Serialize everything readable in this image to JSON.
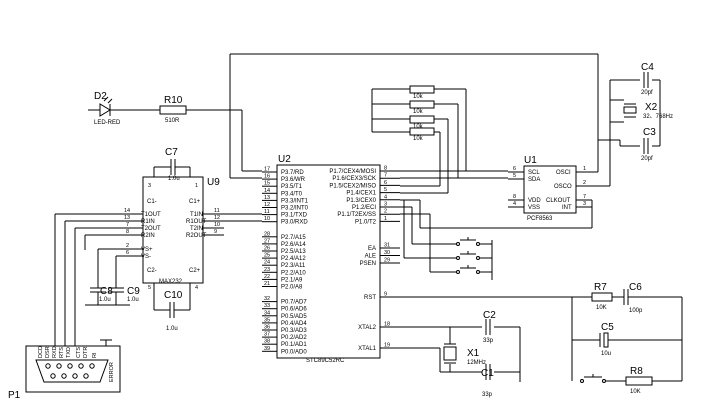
{
  "refs": {
    "d2": "D2",
    "r10": "R10",
    "c7": "C7",
    "u9": "U9",
    "u2": "U2",
    "u1": "U1",
    "c4": "C4",
    "x2": "X2",
    "c3": "C3",
    "c8": "C8",
    "c9": "C9",
    "c10": "C10",
    "r7": "R7",
    "c6": "C6",
    "c5": "C5",
    "r8": "R8",
    "c2": "C2",
    "x1": "X1",
    "c1": "C1",
    "p1": "P1"
  },
  "values": {
    "d2": "LED-RED",
    "r10": "510R",
    "c7": "1.0u",
    "c8": "1.0u",
    "c9": "1.0u",
    "c10": "1.0u",
    "u9": "MAX232",
    "u2": "STC89C52RC",
    "u1": "PCF8563",
    "c4": "20pf",
    "x2": "32、768Hz",
    "c3": "20pf",
    "pullup": "10k",
    "r7": "10K",
    "c6": "100p",
    "c5": "10u",
    "r8": "10K",
    "c2": "33p",
    "x1": "12MHz",
    "c1": "33p"
  },
  "u9_pins": {
    "c1m": "C1-",
    "c1p": "C1+",
    "t1out": "T1OUT",
    "r1in": "R1IN",
    "t2out": "T2OUT",
    "r2in": "R2IN",
    "vsp": "VS+",
    "vsm": "VS-",
    "c2m": "C2-",
    "c2p": "C2+",
    "t1in": "T1IN",
    "r1out": "R1OUT",
    "t2in": "T2IN",
    "r2out": "R2OUT",
    "n3": "3",
    "n1": "1",
    "n14": "14",
    "n13": "13",
    "n7": "7",
    "n8": "8",
    "n2": "2",
    "n6": "6",
    "n5": "5",
    "n4": "4",
    "n11": "11",
    "n12": "12",
    "n10": "10",
    "n9": "9"
  },
  "u2_left": [
    {
      "name": "P3.7/RD",
      "num": "17"
    },
    {
      "name": "P3.6/WR",
      "num": "16"
    },
    {
      "name": "P3.5/T1",
      "num": "15"
    },
    {
      "name": "P3.4/T0",
      "num": "14"
    },
    {
      "name": "P3.3/INT1",
      "num": "13"
    },
    {
      "name": "P3.2/INT0",
      "num": "12"
    },
    {
      "name": "P3.1/TXD",
      "num": "11"
    },
    {
      "name": "P3.0/RXD",
      "num": "10"
    },
    {
      "name": "P2.7/A15",
      "num": "28"
    },
    {
      "name": "P2.6/A14",
      "num": "27"
    },
    {
      "name": "P2.5/A13",
      "num": "26"
    },
    {
      "name": "P2.4/A12",
      "num": "25"
    },
    {
      "name": "P2.3/A11",
      "num": "24"
    },
    {
      "name": "P2.2/A10",
      "num": "23"
    },
    {
      "name": "P2.1/A9",
      "num": "22"
    },
    {
      "name": "P2.0/A8",
      "num": "21"
    },
    {
      "name": "P0.7/AD7",
      "num": "32"
    },
    {
      "name": "P0.6/AD6",
      "num": "33"
    },
    {
      "name": "P0.5/AD5",
      "num": "34"
    },
    {
      "name": "P0.4/AD4",
      "num": "35"
    },
    {
      "name": "P0.3/AD3",
      "num": "36"
    },
    {
      "name": "P0.2/AD2",
      "num": "37"
    },
    {
      "name": "P0.1/AD1",
      "num": "38"
    },
    {
      "name": "P0.0/AD0",
      "num": "39"
    }
  ],
  "u2_right": [
    {
      "name": "P1.7/CEX4/MOSI",
      "num": "8"
    },
    {
      "name": "P1.6/CEX3/SCK",
      "num": "7"
    },
    {
      "name": "P1.5/CEX2/MISO",
      "num": "6"
    },
    {
      "name": "P1.4/CEX1",
      "num": "5"
    },
    {
      "name": "P1.3/CEX0",
      "num": "4"
    },
    {
      "name": "P1.2/ECI",
      "num": "3"
    },
    {
      "name": "P1.1/T2EX/SS",
      "num": "2"
    },
    {
      "name": "P1.0/T2",
      "num": "1"
    }
  ],
  "u2_right2": [
    {
      "name": "EA",
      "num": "31"
    },
    {
      "name": "ALE",
      "num": "30"
    },
    {
      "name": "PSEN",
      "num": "29"
    }
  ],
  "u2_right3": [
    {
      "name": "RST",
      "num": "9"
    },
    {
      "name": "XTAL2",
      "num": "18"
    },
    {
      "name": "XTAL1",
      "num": "19"
    }
  ],
  "u1_pins": {
    "scl": "SCL",
    "sda": "SDA",
    "vdd": "VDD",
    "vss": "VSS",
    "osci": "OSCI",
    "osco": "OSCO",
    "clkout": "CLKOUT",
    "int": "INT",
    "n6": "6",
    "n5": "5",
    "n8": "8",
    "n4": "4",
    "n1": "1",
    "n2": "2",
    "n7": "7",
    "n3": "3"
  },
  "p1_pins": [
    "DCD",
    "DSR",
    "RXD",
    "RTS",
    "TXD",
    "CTS",
    "DTR",
    "RI"
  ],
  "p1_error": "ERROR"
}
